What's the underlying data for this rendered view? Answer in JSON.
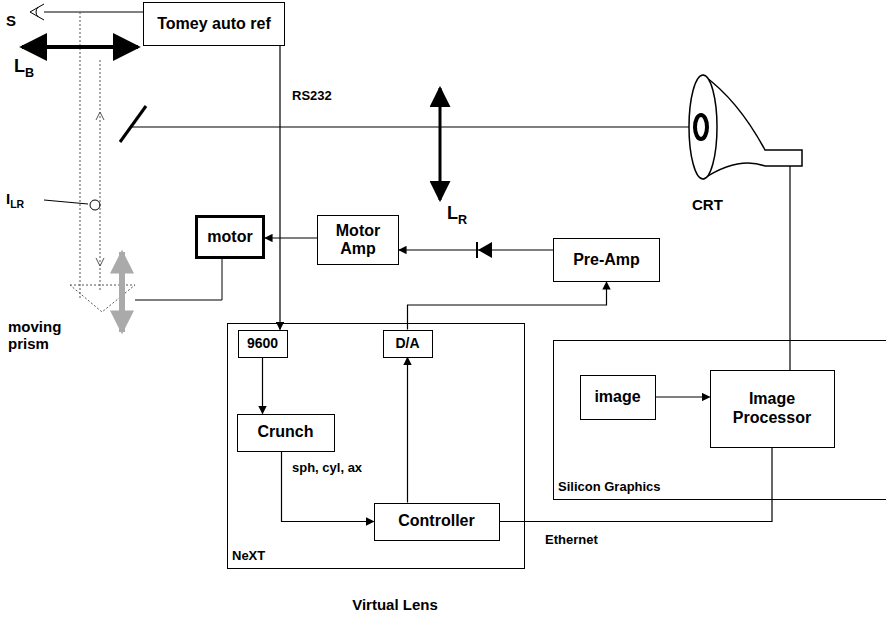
{
  "diagram": {
    "caption": "Virtual Lens",
    "nodes": [
      {
        "text": [
          "Tomey auto ref"
        ]
      },
      {
        "text": [
          "motor"
        ]
      },
      {
        "text": [
          "Motor Amp"
        ]
      },
      {
        "text": [
          "Pre-Amp"
        ]
      },
      {
        "text": [
          "NeXT"
        ]
      },
      {
        "text": [
          "9600"
        ],
        "in": 4
      },
      {
        "text": [
          "D/A"
        ],
        "in": 4
      },
      {
        "text": [
          "Crunch"
        ],
        "in": 4
      },
      {
        "text": [
          "Controller"
        ],
        "in": 4
      },
      {
        "text": [
          "Silicon Graphics"
        ]
      },
      {
        "text": [
          "image"
        ],
        "in": 9
      },
      {
        "text": [
          "Image Processor"
        ],
        "in": 9
      }
    ],
    "edges": [
      {
        "from": 0,
        "to": 5,
        "arrow": "to",
        "label": "RS232"
      },
      {
        "from": 2,
        "to": 1,
        "arrow": "to"
      },
      {
        "from": 3,
        "to": 2,
        "arrow": "to"
      },
      {
        "from": 6,
        "to": 3,
        "arrow": "to"
      },
      {
        "from": 5,
        "to": 7,
        "arrow": "to"
      },
      {
        "from": 7,
        "to": 8,
        "arrow": "to",
        "label": "sph, cyl, ax"
      },
      {
        "from": 8,
        "to": 6,
        "arrow": "to"
      },
      {
        "from": 8,
        "to": 11,
        "arrow": "none",
        "label": "Ethernet"
      },
      {
        "from": 10,
        "to": 11,
        "arrow": "to"
      }
    ],
    "labels": [
      "S",
      "LB",
      "ILR",
      "LR",
      "CRT",
      "moving prism"
    ]
  }
}
